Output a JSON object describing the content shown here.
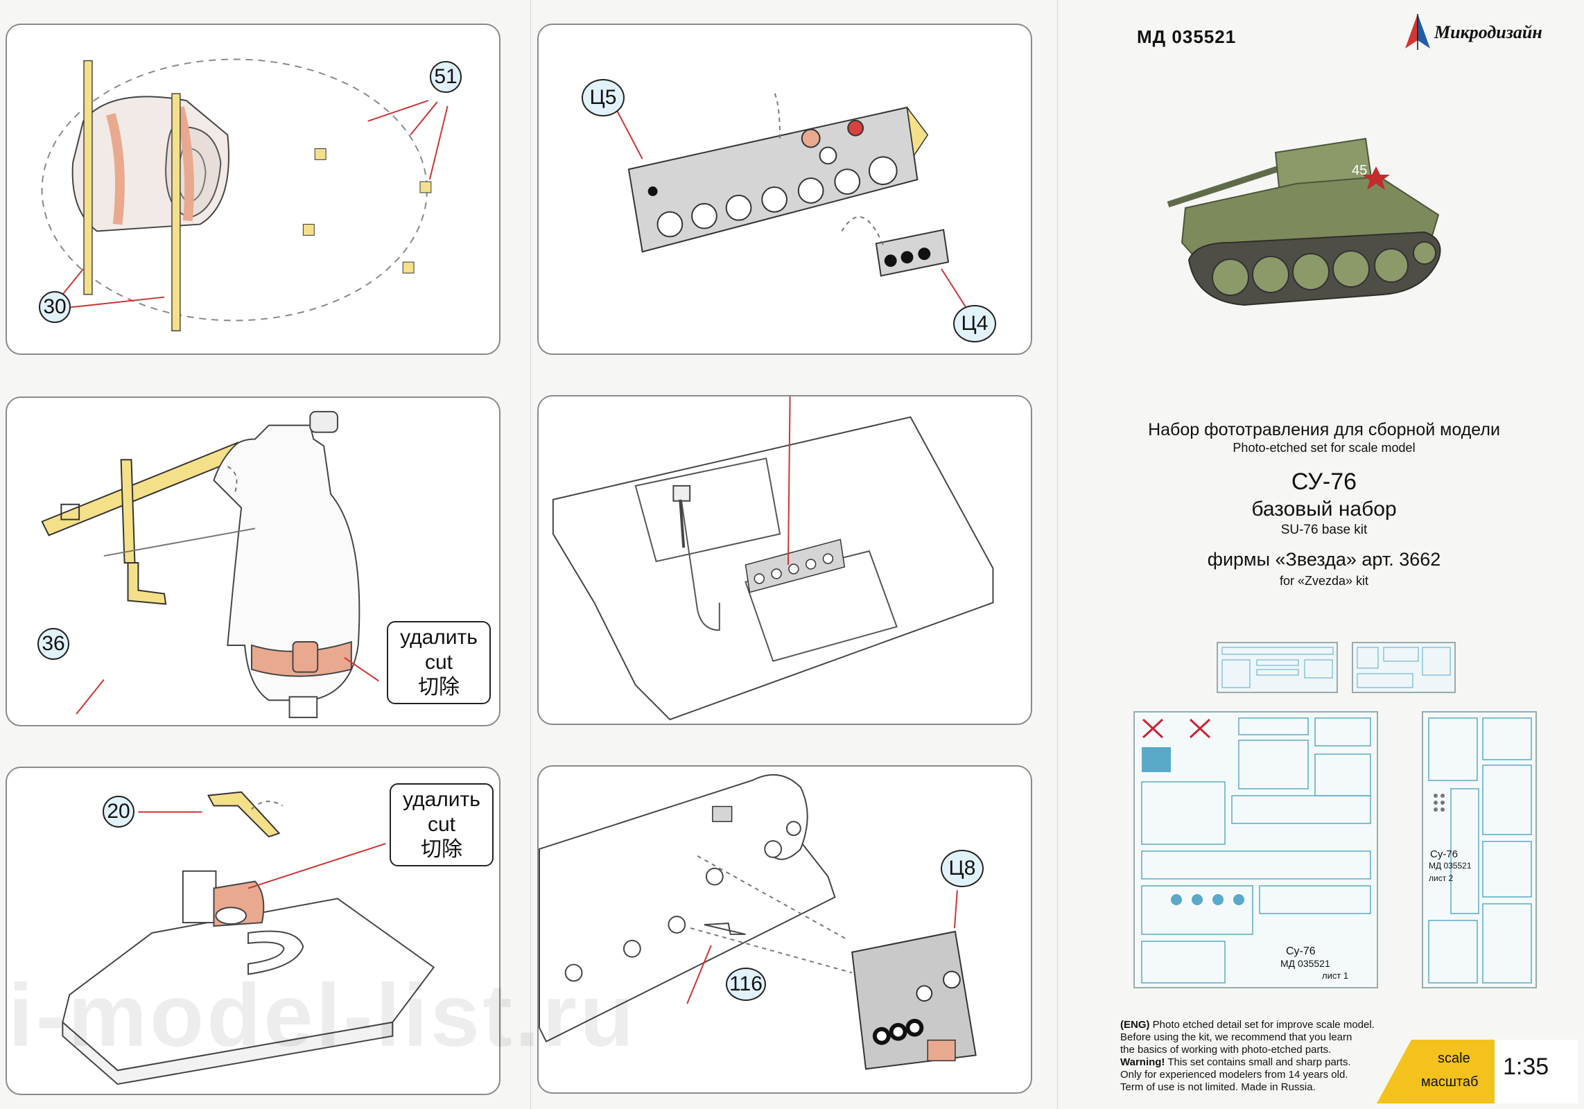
{
  "header": {
    "product_code": "МД 035521",
    "brand": "Микродизайн"
  },
  "title": {
    "line1_ru": "Набор фототравления для сборной модели",
    "line1_en": "Photo-etched set for scale model",
    "model_ru": "СУ-76",
    "subtitle_ru": "базовый набор",
    "subtitle_en": "SU-76 base kit",
    "kit_ru": "фирмы «Звезда» арт. 3662",
    "kit_en": "for «Zvezda» kit"
  },
  "callouts": {
    "p1_a": "51",
    "p1_b": "30",
    "p2_a": "Ц5",
    "p2_b": "Ц4",
    "p3_a": "36",
    "p5_a": "20",
    "p6_a": "Ц8",
    "p6_b": "116"
  },
  "cut_notes": {
    "ru": "удалить",
    "en": "cut",
    "zh": "切除"
  },
  "sheets": {
    "sheet1_label": "Су-76",
    "sheet1_code": "МД 035521",
    "sheet1_page": "лист 1",
    "sheet2_label": "Су-76",
    "sheet2_code": "МД 035521",
    "sheet2_page": "лист 2"
  },
  "info": {
    "eng_tag": "(ENG)",
    "line1": "Photo etched detail set for improve scale model.",
    "line2": "Before using the kit, we recommend that you learn",
    "line3": "the basics of working with photo-etched parts.",
    "warning_tag": "Warning!",
    "line4": "This set contains small and sharp parts.",
    "line5": "Only for experienced modelers from 14 years old.",
    "line6": "Term of use is not limited. Made in Russia."
  },
  "scale": {
    "label_en": "scale",
    "label_ru": "масштаб",
    "value": "1:35"
  },
  "watermark": "i-model-list.ru",
  "colors": {
    "brass": "#f5e08a",
    "strap_tan": "#e9a98f",
    "callout_fill": "#e2f2fa",
    "fret_blue": "#5aa9c8",
    "scale_yellow": "#f3c21c",
    "tank_green": "#8c9a6a"
  }
}
